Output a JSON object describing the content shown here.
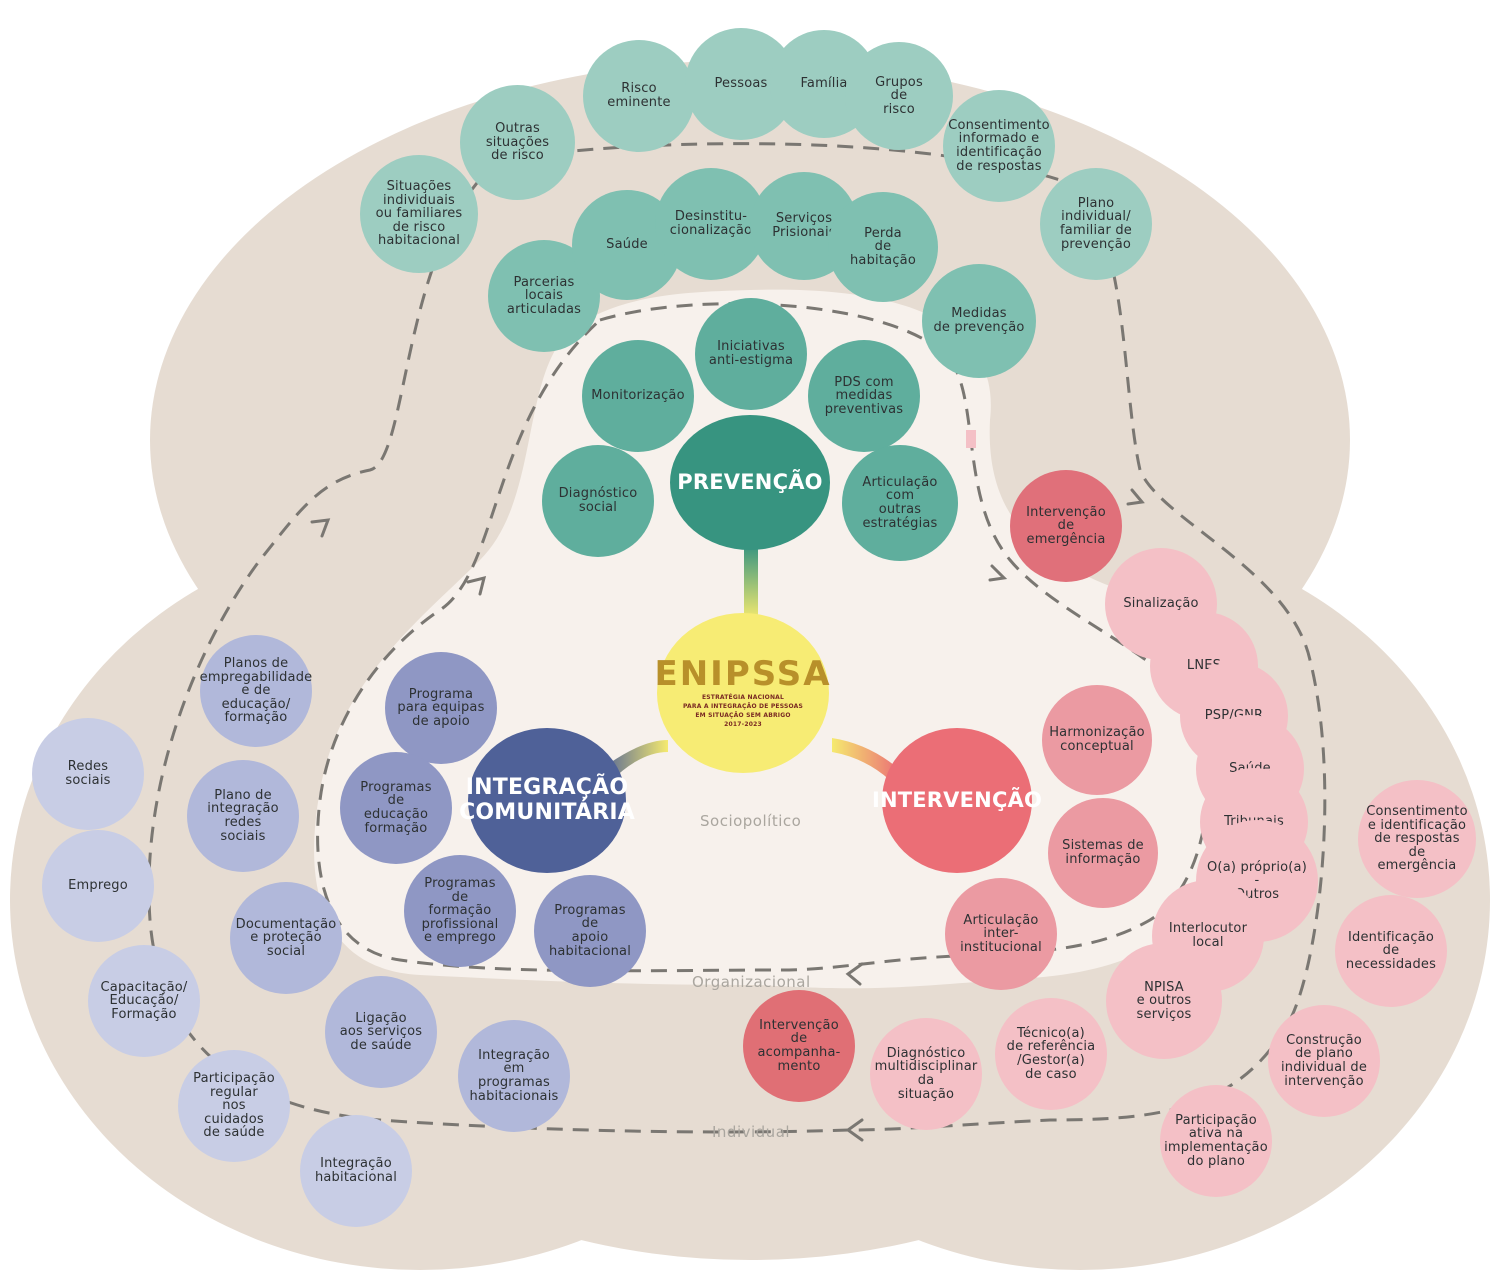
{
  "center": {
    "logo_text": "ENIPSSA",
    "logo_subtitle_1": "ESTRATÉGIA NACIONAL",
    "logo_subtitle_2": "PARA A INTEGRAÇÃO DE PESSOAS",
    "logo_subtitle_3": "EM SITUAÇÃO SEM ABRIGO",
    "logo_years": "2017-2023"
  },
  "axes": {
    "prevencao": "PREVENÇÃO",
    "intervencao": "INTERVENÇÃO",
    "integracao": "INTEGRAÇÃO\nCOMUNITÁRIA"
  },
  "levels": {
    "sociopolitico": "Sociopolítico",
    "organizacional": "Organizacional",
    "individual": "Individual"
  },
  "prevencao": {
    "inner": [
      "Iniciativas\nanti-estigma",
      "Monitorização",
      "PDS com\nmedidas\npreventivas",
      "Diagnóstico\nsocial",
      "Articulação\ncom\noutras\nestratégias"
    ],
    "middle": [
      "Parcerias\nlocais\narticuladas",
      "Saúde",
      "Desinstitu-\ncionalização",
      "Serviços\nPrisionais",
      "Perda\nde\nhabitação",
      "Medidas\nde prevenção"
    ],
    "outer": [
      "Situações\nindividuais\nou familiares\nde risco\nhabitacional",
      "Outras\nsituações\nde risco",
      "Risco\neminente",
      "Pessoas",
      "Família",
      "Grupos\nde\nrisco",
      "Consentimento\ninformado e\nidentificação\nde respostas",
      "Plano\nindividual/\nfamiliar de\nprevenção"
    ]
  },
  "intervencao": {
    "inner": [
      "Harmonização\nconceptual",
      "Sistemas de\ninformação",
      "Articulação\ninter-\ninstitucional"
    ],
    "middle": [
      "Intervenção\nde\nemergência",
      "Sinalização",
      "LNES",
      "PSP/GNR",
      "Saúde",
      "Tribunais",
      "O(a) próprio(a)\n-\nOutros",
      "Interlocutor\nlocal",
      "NPISA\ne outros\nserviços",
      "Técnico(a)\nde referência\n/Gestor(a)\nde caso",
      "Diagnóstico\nmultidisciplinar\nda\nsituação",
      "Intervenção\nde\nacompanha-\nmento"
    ],
    "outer": [
      "Consentimento\ne identificação\nde respostas\nde\nemergência",
      "Identificação\nde\nnecessidades",
      "Construção\nde plano\nindividual de\nintervenção",
      "Participação\nativa na\nimplementação\ndo plano"
    ]
  },
  "integracao": {
    "inner": [
      "Programa\npara equipas\nde apoio",
      "Programas\nde\neducação\nformação",
      "Programas\nde\nformação\nprofissional\ne emprego",
      "Programas\nde\napoio\nhabitacional"
    ],
    "middle": [
      "Planos de\nempregabilidade\ne de\neducação/\nformação",
      "Plano de\nintegração\nredes\nsociais",
      "Documentação\ne proteção\nsocial",
      "Ligação\naos serviços\nde saúde",
      "Integração em\nprogramas\nhabitacionais"
    ],
    "outer": [
      "Redes\nsociais",
      "Emprego",
      "Capacitação/\nEducação/\nFormação",
      "Participação\nregular\nnos\ncuidados\nde saúde",
      "Integração\nhabitacional"
    ]
  },
  "colors": {
    "background_blob": "#e6dcd2",
    "inner_region": "#f7f1ec",
    "teal_dark": "#379480",
    "red_dark": "#eb6e76",
    "navy_dark": "#4f6198",
    "center_yellow": "#f7ec74"
  }
}
